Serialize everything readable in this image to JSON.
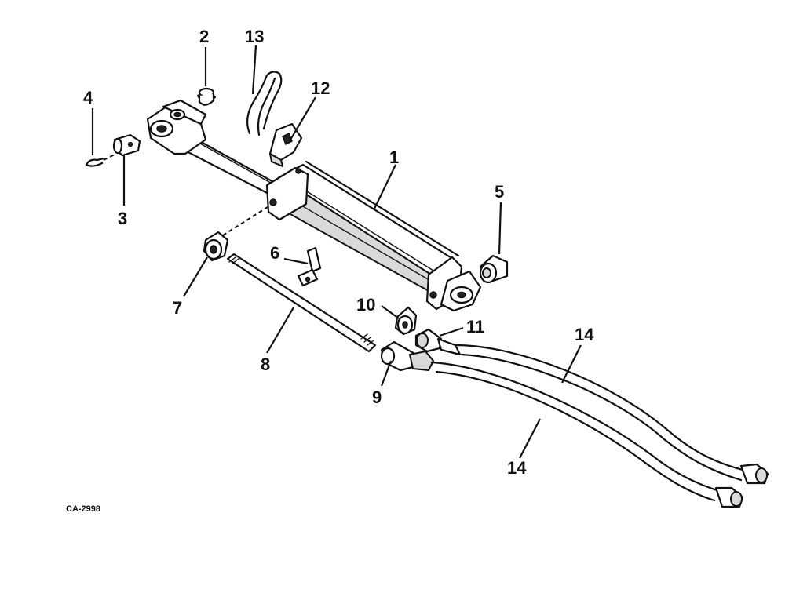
{
  "figure_code": "CA-2998",
  "callouts": [
    {
      "id": "1",
      "label": "1"
    },
    {
      "id": "2",
      "label": "2"
    },
    {
      "id": "3",
      "label": "3"
    },
    {
      "id": "4",
      "label": "4"
    },
    {
      "id": "5",
      "label": "5"
    },
    {
      "id": "6",
      "label": "6"
    },
    {
      "id": "7",
      "label": "7"
    },
    {
      "id": "8",
      "label": "8"
    },
    {
      "id": "9",
      "label": "9"
    },
    {
      "id": "10",
      "label": "10"
    },
    {
      "id": "11",
      "label": "11"
    },
    {
      "id": "12",
      "label": "12"
    },
    {
      "id": "13",
      "label": "13"
    },
    {
      "id": "14a",
      "label": "14"
    },
    {
      "id": "14b",
      "label": "14"
    }
  ]
}
